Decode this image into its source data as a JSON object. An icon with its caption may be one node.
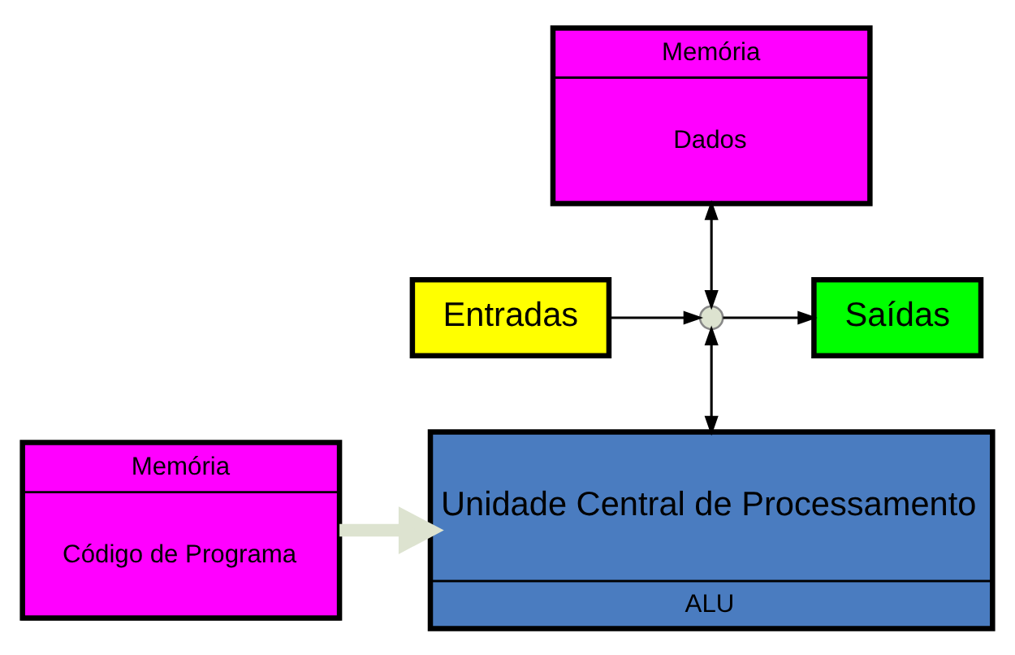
{
  "diagram": {
    "nodes": [
      {
        "text": [
          "Memória",
          "Dados"
        ]
      },
      {
        "text": [
          "Entradas"
        ]
      },
      {
        "text": [
          "Saídas"
        ]
      },
      {
        "text": [],
        "shape": "point"
      },
      {
        "text": [
          "Unidade Central de Processamento",
          "ALU"
        ]
      },
      {
        "text": [
          "Memória",
          "Código de Programa"
        ]
      }
    ],
    "edges": [
      {
        "from": 0,
        "to": 3,
        "arrow": "both"
      },
      {
        "from": 1,
        "to": 3,
        "arrow": "to"
      },
      {
        "from": 3,
        "to": 2,
        "arrow": "to"
      },
      {
        "from": 3,
        "to": 4,
        "arrow": "both"
      },
      {
        "from": 5,
        "to": 4,
        "arrow": "to",
        "style": "thick",
        "color": "#dde3d0"
      }
    ]
  }
}
